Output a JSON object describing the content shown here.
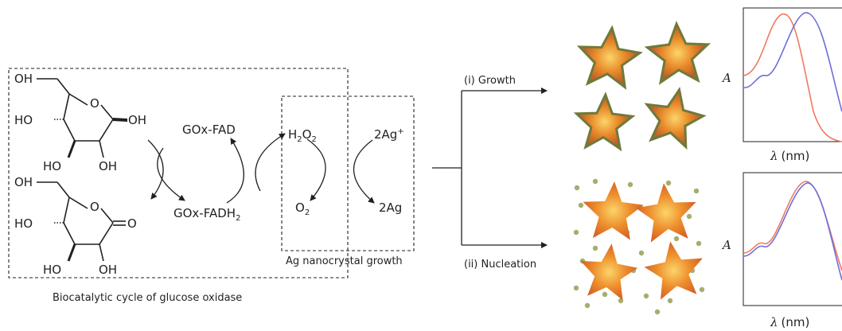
{
  "scheme": {
    "caption_cycle": "Biocatalytic cycle of glucose oxidase",
    "caption_growth_box": "Ag nanocrystal growth",
    "glucose_atoms": {
      "oh_top": "OH",
      "ho_left": "HO",
      "oh_right": "OH",
      "ho_bottom": "HO",
      "oh_bottom": "OH",
      "ring_o": "O"
    },
    "lactone_atoms": {
      "oh_top": "OH",
      "ho_left": "HO",
      "carbonyl": "O",
      "ho_bottom": "HO",
      "oh_bottom": "OH",
      "ring_o": "O"
    },
    "gox_fad": "GOx-FAD",
    "gox_fadh2_base": "GOx-FADH",
    "gox_fadh2_sub": "2",
    "h2o2_h": "H",
    "h2o2_sub1": "2",
    "h2o2_o": "O",
    "h2o2_sub2": "2",
    "o2_base": "O",
    "o2_sub": "2",
    "ag_plus_base": "2Ag",
    "ag_plus_sup": "+",
    "ag_zero": "2Ag"
  },
  "pathways": {
    "growth_label": "(i) Growth",
    "nucleation_label": "(ii) Nucleation"
  },
  "spectra": [
    {
      "ylabel": "A",
      "xlabel_sym": "λ",
      "xlabel_unit": "(nm)"
    },
    {
      "ylabel": "A",
      "xlabel_sym": "λ",
      "xlabel_unit": "(nm)"
    }
  ],
  "colors": {
    "star_core": "#e98a2a",
    "star_edge": "#6f7a3a",
    "star_rim": "#c0612a",
    "nucleus_dot": "#a6ad6e",
    "spectrum_red": "#f07a60",
    "spectrum_blue": "#6d6fd8"
  }
}
